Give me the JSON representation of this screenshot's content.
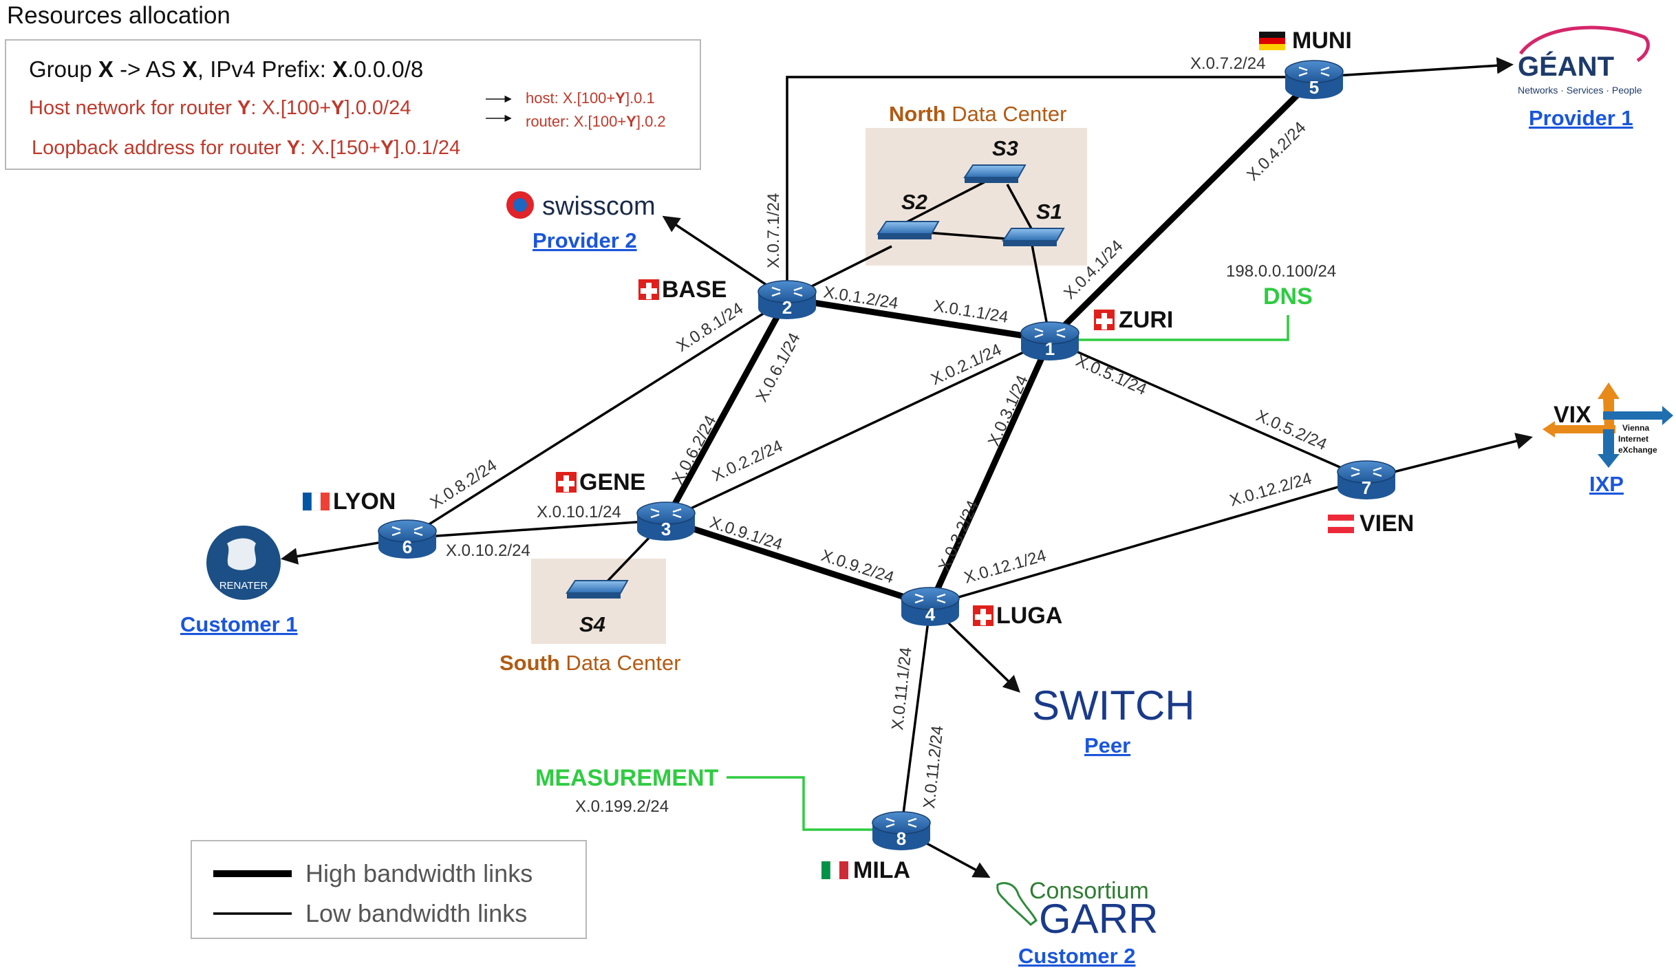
{
  "title": "Resources allocation",
  "info_box": {
    "line1_parts": [
      "Group ",
      "X",
      " -> AS ",
      "X",
      ", IPv4 Prefix: ",
      "X",
      ".0.0.0/8"
    ],
    "line2_parts": [
      "Host network for router ",
      "Y",
      ": X.[100+",
      "Y",
      "].0.0/24"
    ],
    "line3_parts": [
      "Loopback address for router ",
      "Y",
      ": X.[150+",
      "Y",
      "].0.1/24"
    ],
    "host_parts": [
      "host: X.[100+",
      "Y",
      "].0.1"
    ],
    "router_parts": [
      "router: X.[100+",
      "Y",
      "].0.2"
    ]
  },
  "data_centers": {
    "north": {
      "name_bold": "North",
      "name_rest": " Data Center"
    },
    "south": {
      "name_bold": "South",
      "name_rest": " Data Center"
    }
  },
  "switches": {
    "s1": "S1",
    "s2": "S2",
    "s3": "S3",
    "s4": "S4"
  },
  "routers": [
    {
      "num": "1",
      "name": "ZURI",
      "flag": "swiss"
    },
    {
      "num": "2",
      "name": "BASE",
      "flag": "swiss"
    },
    {
      "num": "3",
      "name": "GENE",
      "flag": "swiss"
    },
    {
      "num": "4",
      "name": "LUGA",
      "flag": "swiss"
    },
    {
      "num": "5",
      "name": "MUNI",
      "flag": "germany"
    },
    {
      "num": "6",
      "name": "LYON",
      "flag": "france"
    },
    {
      "num": "7",
      "name": "VIEN",
      "flag": "austria"
    },
    {
      "num": "8",
      "name": "MILA",
      "flag": "italy"
    }
  ],
  "ip_labels": {
    "x071": "X.0.7.1/24",
    "x072": "X.0.7.2/24",
    "x041": "X.0.4.1/24",
    "x042": "X.0.4.2/24",
    "x011": "X.0.1.1/24",
    "x012": "X.0.1.2/24",
    "x021": "X.0.2.1/24",
    "x022": "X.0.2.2/24",
    "x031": "X.0.3.1/24",
    "x032": "X.0.3.2/24",
    "x051": "X.0.5.1/24",
    "x052": "X.0.5.2/24",
    "x061": "X.0.6.1/24",
    "x062": "X.0.6.2/24",
    "x081": "X.0.8.1/24",
    "x082": "X.0.8.2/24",
    "x091": "X.0.9.1/24",
    "x092": "X.0.9.2/24",
    "x101": "X.0.10.1/24",
    "x102": "X.0.10.2/24",
    "x111": "X.0.11.1/24",
    "x112": "X.0.11.2/24",
    "x121": "X.0.12.1/24",
    "x122": "X.0.12.2/24",
    "x1992": "X.0.199.2/24"
  },
  "dns": {
    "label": "DNS",
    "ip": "198.0.0.100/24"
  },
  "measurement": {
    "label": "MEASUREMENT"
  },
  "external": {
    "geant": {
      "logo": "GÉANT",
      "tagline": "Networks · Services · People",
      "role": "Provider 1"
    },
    "swisscom": {
      "logo": "swisscom",
      "role": "Provider 2"
    },
    "vix": {
      "logo": "VIX",
      "tagline1": "Vienna",
      "tagline2": "Internet",
      "tagline3": "eXchange",
      "role": "IXP"
    },
    "renater": {
      "logo": "RENATER",
      "role": "Customer 1"
    },
    "switch": {
      "logo": "SWITCH",
      "role": "Peer"
    },
    "garr": {
      "logo1": "Consortium",
      "logo2": "GARR",
      "role": "Customer 2"
    }
  },
  "legend": {
    "high": "High bandwidth links",
    "low": "Low bandwidth links"
  },
  "colors": {
    "router": "#2b6cb0",
    "accent_green": "#2ecc40",
    "info_red": "#c0392b",
    "dc_fill": "#eee3da",
    "dc_text": "#b35a12",
    "link_blue": "#1a56db"
  }
}
